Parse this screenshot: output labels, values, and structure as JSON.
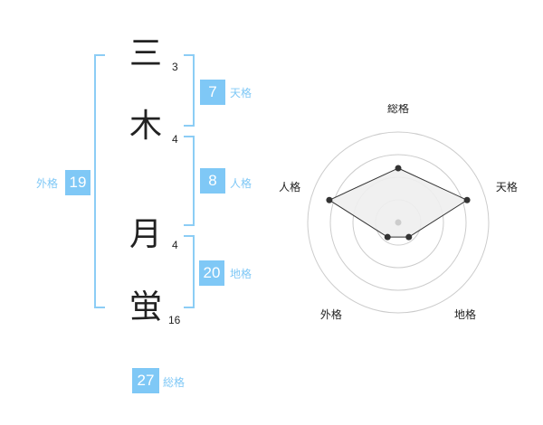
{
  "name_chars": [
    {
      "char": "三",
      "strokes": "3"
    },
    {
      "char": "木",
      "strokes": "4"
    },
    {
      "char": "月",
      "strokes": "4"
    },
    {
      "char": "蛍",
      "strokes": "16"
    }
  ],
  "fortunes": {
    "tenkaku": {
      "value": "7",
      "label": "天格"
    },
    "jinkaku": {
      "value": "8",
      "label": "人格"
    },
    "chikaku": {
      "value": "20",
      "label": "地格"
    },
    "gaikaku": {
      "value": "19",
      "label": "外格"
    },
    "soukaku": {
      "value": "27",
      "label": "総格"
    }
  },
  "colors": {
    "accent": "#7fc8f6",
    "bracket": "#8ccdf5",
    "text": "#222222",
    "grid": "#cccccc",
    "fill": "#eeeeee"
  },
  "chart_data": {
    "type": "radar",
    "axes": [
      "総格",
      "天格",
      "地格",
      "外格",
      "人格"
    ],
    "values": [
      3,
      4,
      1,
      1,
      4
    ],
    "max": 5,
    "rings": 4,
    "grid": true
  }
}
